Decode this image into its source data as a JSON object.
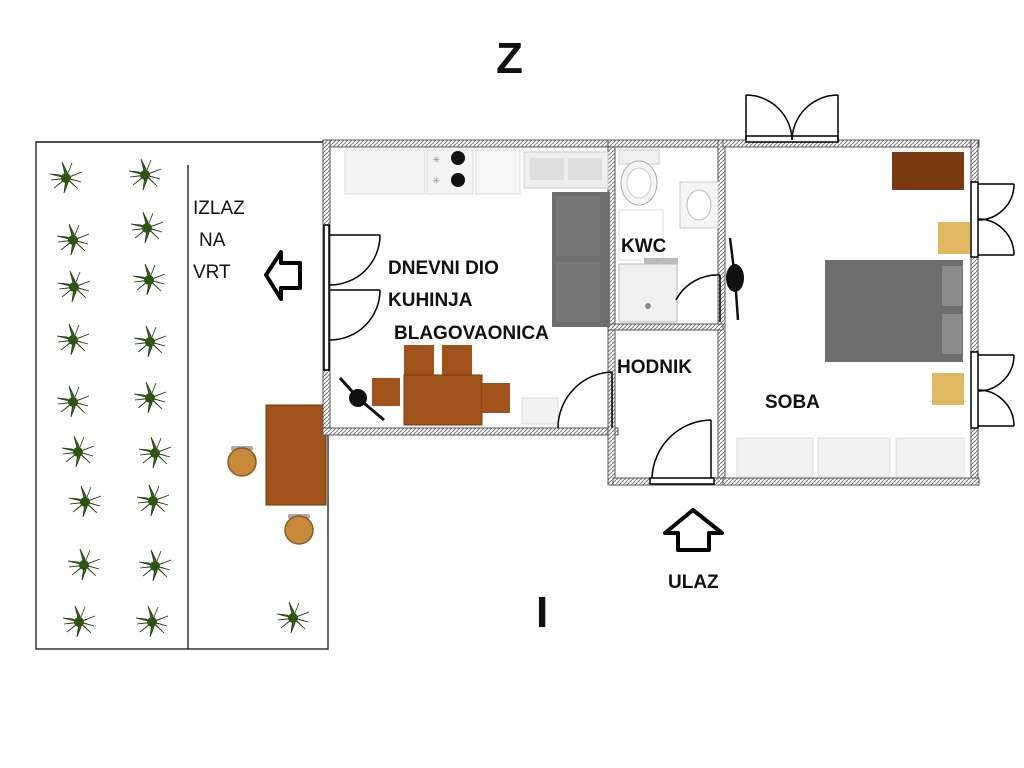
{
  "compass": {
    "north": "Z",
    "south": "I"
  },
  "rooms": {
    "living": [
      "DNEVNI DIO",
      "KUHINJA",
      "BLAGOVAONICA"
    ],
    "wc": "KWC",
    "hall": "HODNIK",
    "bedroom": "SOBA"
  },
  "garden_exit": [
    "IZLAZ",
    "NA",
    "VRT"
  ],
  "entrance": "ULAZ",
  "colors": {
    "wall": "#808080",
    "wood": "#a0521a",
    "dark_wood": "#7a3a10",
    "sofa": "#6e6e6e",
    "cushion": "#e0b860",
    "plant": "#3d6b1f",
    "chair_round": "#c8893a"
  }
}
